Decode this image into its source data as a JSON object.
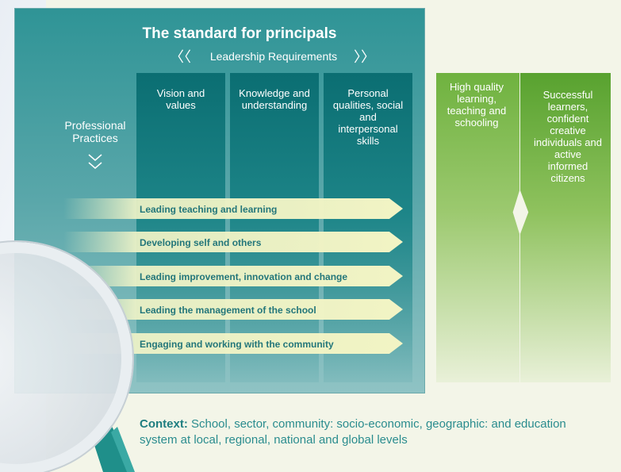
{
  "title": "The standard for principals",
  "leadership_requirements": {
    "label": "Leadership Requirements",
    "left_chevron": "〈〈",
    "right_chevron": "〉〉",
    "columns": [
      "Vision and values",
      "Knowledge and understanding",
      "Personal qualities, social and interpersonal skills"
    ]
  },
  "professional_practices": {
    "label": "Professional Practices",
    "items": [
      "Leading teaching and learning",
      "Developing self and others",
      "Leading improvement, innovation and change",
      "Leading the management of the school",
      "Engaging and working with the community"
    ]
  },
  "outcomes": [
    "High quality learning, teaching and schooling",
    "Successful learners, confident creative individuals and active informed citizens"
  ],
  "context": {
    "label": "Context:",
    "text": " School, sector, community: socio-economic, geographic: and education system at local, regional, national and global levels"
  },
  "colors": {
    "teal_dark": "#0b6e72",
    "teal": "#2f9496",
    "green": "#6fb23f",
    "arrow_fill": "#f2f4c4",
    "text_teal": "#23767a"
  }
}
